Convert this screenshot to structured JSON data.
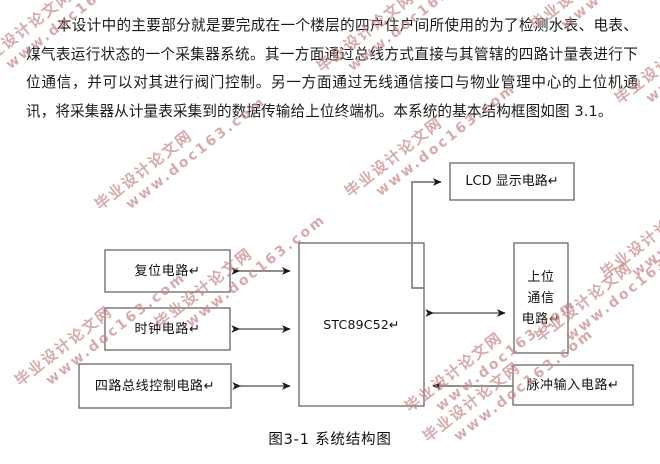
{
  "document": {
    "paragraph": "本设计中的主要部分就是要完成在一个楼层的四户住户间所使用的为了检测水表、电表、煤气表运行状态的一个采集器系统。其一方面通过总线方式直接与其管辖的四路计量表进行下位通信，并可以对其进行阀门控制。另一方面通过无线通信接口与物业管理中心的上位机通讯，将采集器从计量表采集到的数据传输给上位终端机。本系统的基本结构框图如图 3.1。",
    "figure_caption": "图3-1 系统结构图"
  },
  "diagram": {
    "title": "系统结构图",
    "nodes": {
      "lcd": "LCD 显示电路↵",
      "reset": "复位电路↵",
      "clock": "时钟电路↵",
      "bus": "四路总线控制电路↵",
      "mcu": "STC89C52↵",
      "host_line1": "上位",
      "host_line2": "通信",
      "host_line3": "电路↵",
      "pulse": "脉冲输入电路↵"
    },
    "edges": [
      {
        "from": "mcu",
        "to": "lcd",
        "style": "single-arrow-up-right"
      },
      {
        "from": "reset",
        "to": "mcu",
        "style": "double-arrow"
      },
      {
        "from": "clock",
        "to": "mcu",
        "style": "double-arrow"
      },
      {
        "from": "bus",
        "to": "mcu",
        "style": "double-arrow"
      },
      {
        "from": "mcu",
        "to": "host",
        "style": "double-arrow"
      },
      {
        "from": "pulse",
        "to": "mcu",
        "style": "single-arrow-left"
      }
    ],
    "colors": {
      "box_border": "#595959",
      "connector": "#7f7f7f",
      "arrow_head": "#1a1a1a",
      "text": "#111111"
    }
  },
  "watermarks": {
    "chinese": "毕业设计论文网",
    "url": "www.doc163.com"
  }
}
